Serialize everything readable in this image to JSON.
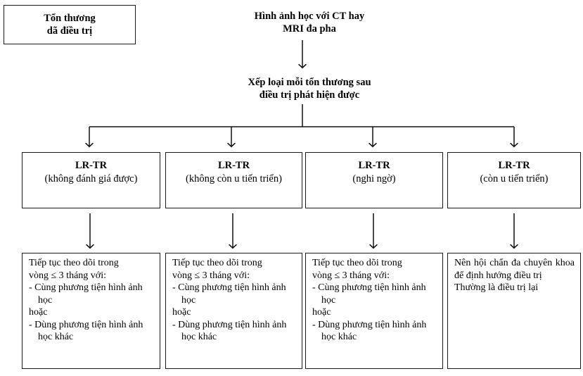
{
  "diagram": {
    "title_box": {
      "label": "Tổn thương\ndã điều trị",
      "line1": "Tổn thương",
      "line2": "dã điều trị"
    },
    "headings": [
      {
        "name": "imaging-heading",
        "line1": "Hình ảnh học với CT hay",
        "line2": "MRI đa pha"
      },
      {
        "name": "classify-heading",
        "line1": "Xếp loại mỗi tổn thương sau",
        "line2": "điều trị phát hiện được"
      }
    ],
    "categories": [
      {
        "code": "LR-TR",
        "qualifier": "(không đánh giá được)"
      },
      {
        "code": "LR-TR",
        "qualifier": "(không còn u tiến triển)"
      },
      {
        "code": "LR-TR",
        "qualifier": "(nghi ngờ)"
      },
      {
        "code": "LR-TR",
        "qualifier": "(còn u tiến triển)"
      }
    ],
    "recommendations": [
      {
        "justify": false,
        "lines": [
          "Tiếp tục theo dõi trong",
          "vòng ≤ 3 tháng với:",
          "- Cùng phương tiện hình ảnh học",
          "hoặc",
          "- Dùng phương tiện hình ảnh học khác"
        ]
      },
      {
        "justify": false,
        "lines": [
          "Tiếp tục theo dõi trong",
          "vòng ≤ 3 tháng với:",
          "- Cùng phương tiện hình ảnh học",
          "hoặc",
          "- Dùng phương tiện hình ảnh học khác"
        ]
      },
      {
        "justify": false,
        "lines": [
          "Tiếp tục theo dõi trong",
          "vòng ≤ 3 tháng với:",
          "- Cùng phương tiện hình ảnh học",
          "hoặc",
          "- Dùng phương tiện hình ảnh học khác"
        ]
      },
      {
        "justify": true,
        "lines": [
          "Nên hội chẩn đa chuyên khoa để định hướng điều trị",
          "Thường là điều trị lại"
        ]
      }
    ],
    "colors": {
      "stroke": "#1a1a1a",
      "background": "#ffffff",
      "text": "#000000"
    },
    "connector_icons": {
      "top_arrow": "arrow-down-icon",
      "fan_out": "fan-out-connector-icon",
      "column_arrow": "arrow-down-icon"
    }
  }
}
